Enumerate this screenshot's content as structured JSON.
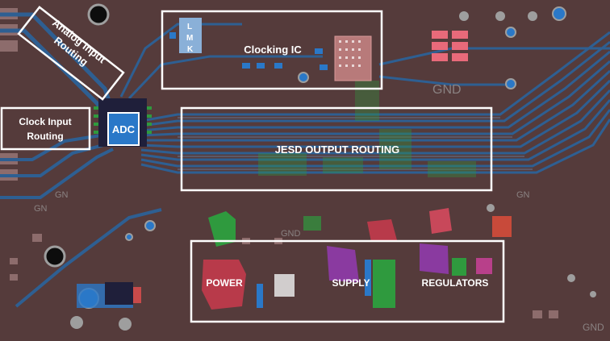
{
  "labels": {
    "analog_input_line1": "Analog Input",
    "analog_input_line2": "Routing",
    "clock_input_line1": "Clock Input",
    "clock_input_line2": "Routing",
    "adc": "ADC",
    "clocking_ic": "Clocking IC",
    "lmk_letters": [
      "L",
      "M",
      "K"
    ],
    "jesd": "JESD OUTPUT ROUTING",
    "power": "POWER",
    "supply": "SUPPLY",
    "regulators": "REGULATORS",
    "gnd": "GND",
    "gnd_short": "GN"
  },
  "colors": {
    "board": "#5a3f3f",
    "trace": "#2e5f92",
    "trace_light": "#6a9cd0",
    "highlight_box": "#ffffff",
    "adc_chip": "#2a78c8",
    "green_pour": "#2f9a3e",
    "red_pour": "#b83a4a",
    "purple_pour": "#8a3aa0",
    "pink_pad": "#e86a7a",
    "via": "#9e9e9e"
  }
}
